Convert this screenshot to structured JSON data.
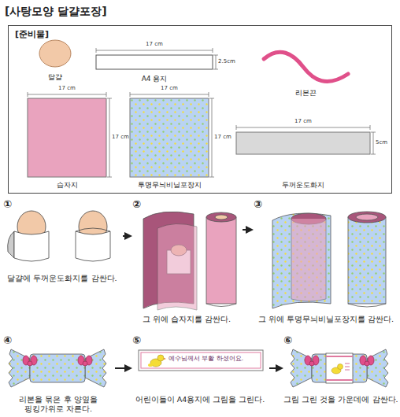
{
  "diagram": {
    "title": "[사탕모양 달걀포장]",
    "nodes": [
      {
        "text": [
          "[준비물]"
        ]
      },
      {
        "text": [
          "달걀"
        ],
        "in": 0
      },
      {
        "text": [
          "A4 용지"
        ],
        "in": 0
      },
      {
        "text": [
          "리본끈"
        ],
        "in": 0
      },
      {
        "text": [
          "습자지"
        ],
        "in": 0
      },
      {
        "text": [
          "투명무늬비닐포장지"
        ],
        "in": 0
      },
      {
        "text": [
          "두꺼운도화지"
        ],
        "in": 0
      },
      {
        "text": [
          "①",
          "달걀에 두꺼운도화지를 감싼다."
        ]
      },
      {
        "text": [
          "②",
          "그 위에 습자지를 감싼다."
        ]
      },
      {
        "text": [
          "③",
          "그 위에 투명무늬비닐포장지를 감싼다."
        ]
      },
      {
        "text": [
          "④",
          "리본을 묶은 후 양옆을 핑킹가위로 자른다."
        ]
      },
      {
        "text": [
          "⑤",
          "어린이들이 A4용지에 그림을 그린다."
        ]
      },
      {
        "text": [
          "⑥",
          "그림 그린 것을 가운데에 감싼다."
        ]
      }
    ],
    "edges": [
      {
        "from": 7,
        "to": 8,
        "arrow": "to"
      },
      {
        "from": 8,
        "to": 9,
        "arrow": "to"
      },
      {
        "from": 10,
        "to": 11,
        "arrow": "to"
      },
      {
        "from": 11,
        "to": 12,
        "arrow": "to"
      }
    ],
    "labels": [
      "17 cm",
      "2.5cm",
      "17 cm",
      "17 cm",
      "17 cm",
      "17 cm",
      "17 cm",
      "5cm",
      "예수님께서 부활 하셨어요."
    ]
  }
}
